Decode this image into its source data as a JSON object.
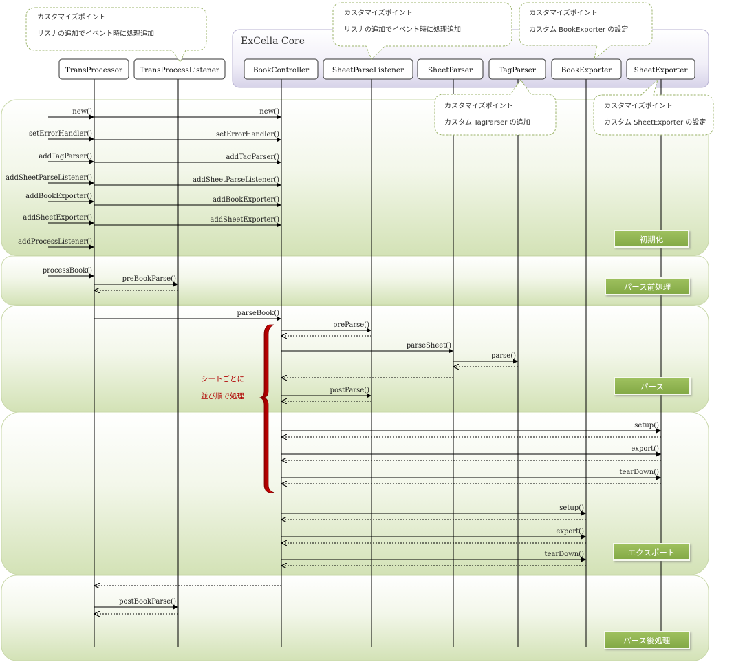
{
  "core_label": "ExCella Core",
  "participants": [
    {
      "id": "tp",
      "label": "TransProcessor"
    },
    {
      "id": "tpl",
      "label": "TransProcessListener"
    },
    {
      "id": "bc",
      "label": "BookController"
    },
    {
      "id": "spl",
      "label": "SheetParseListener"
    },
    {
      "id": "sp",
      "label": "SheetParser"
    },
    {
      "id": "tgp",
      "label": "TagParser"
    },
    {
      "id": "be",
      "label": "BookExporter"
    },
    {
      "id": "se",
      "label": "SheetExporter"
    }
  ],
  "notes": [
    {
      "line1": "カスタマイズポイント",
      "line2": "リスナの追加でイベント時に処理追加"
    },
    {
      "line1": "カスタマイズポイント",
      "line2": "リスナの追加でイベント時に処理追加"
    },
    {
      "line1": "カスタマイズポイント",
      "line2": "カスタム BookExporter の設定"
    },
    {
      "line1": "カスタマイズポイント",
      "line2": "カスタム TagParser の追加"
    },
    {
      "line1": "カスタマイズポイント",
      "line2": "カスタム SheetExporter の設定"
    }
  ],
  "phases": [
    {
      "label": "初期化"
    },
    {
      "label": "パース前処理"
    },
    {
      "label": "パース"
    },
    {
      "label": "エクスポート"
    },
    {
      "label": "パース後処理"
    }
  ],
  "loop_label": {
    "line1": "シートごとに",
    "line2": "並び順で処理"
  },
  "messages": [
    {
      "label": "new()"
    },
    {
      "label": "new()"
    },
    {
      "label": "setErrorHandler()"
    },
    {
      "label": "setErrorHandler()"
    },
    {
      "label": "addTagParser()"
    },
    {
      "label": "addTagParser()"
    },
    {
      "label": "addSheetParseListener()"
    },
    {
      "label": "addSheetParseListener()"
    },
    {
      "label": "addBookExporter()"
    },
    {
      "label": "addBookExporter()"
    },
    {
      "label": "addSheetExporter()"
    },
    {
      "label": "addSheetExporter()"
    },
    {
      "label": "addProcessListener()"
    },
    {
      "label": "processBook()"
    },
    {
      "label": "preBookParse()"
    },
    {
      "label": ""
    },
    {
      "label": "parseBook()"
    },
    {
      "label": "preParse()"
    },
    {
      "label": ""
    },
    {
      "label": "parseSheet()"
    },
    {
      "label": "parse()"
    },
    {
      "label": ""
    },
    {
      "label": ""
    },
    {
      "label": "postParse()"
    },
    {
      "label": ""
    },
    {
      "label": "setup()"
    },
    {
      "label": ""
    },
    {
      "label": "export()"
    },
    {
      "label": ""
    },
    {
      "label": "tearDown()"
    },
    {
      "label": ""
    },
    {
      "label": "setup()"
    },
    {
      "label": ""
    },
    {
      "label": "export()"
    },
    {
      "label": ""
    },
    {
      "label": "tearDown()"
    },
    {
      "label": ""
    },
    {
      "label": ""
    },
    {
      "label": "postBookParse()"
    },
    {
      "label": ""
    }
  ]
}
